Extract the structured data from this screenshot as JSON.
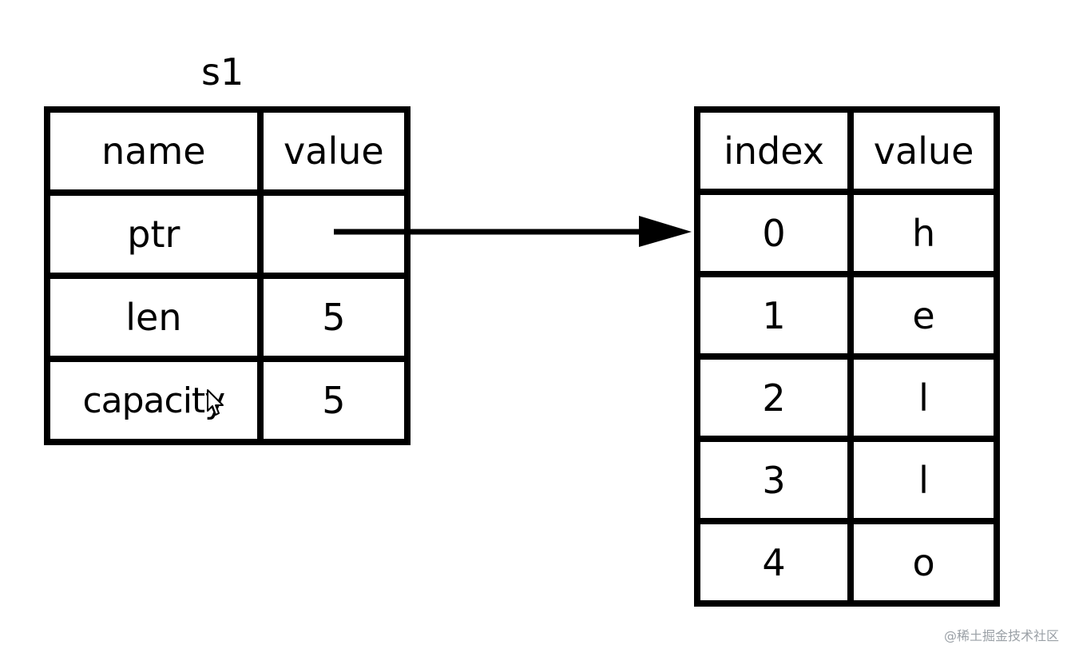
{
  "variable": {
    "name": "s1"
  },
  "stack_table": {
    "headers": [
      "name",
      "value"
    ],
    "rows": [
      {
        "name": "ptr",
        "value": ""
      },
      {
        "name": "len",
        "value": "5"
      },
      {
        "name": "capacity",
        "value": "5"
      }
    ]
  },
  "heap_table": {
    "headers": [
      "index",
      "value"
    ],
    "rows": [
      {
        "index": "0",
        "value": "h"
      },
      {
        "index": "1",
        "value": "e"
      },
      {
        "index": "2",
        "value": "l"
      },
      {
        "index": "3",
        "value": "l"
      },
      {
        "index": "4",
        "value": "o"
      }
    ]
  },
  "watermark": "@稀土掘金技术社区",
  "colors": {
    "line": "#000000",
    "background": "#ffffff",
    "watermark": "#9aa0a6"
  }
}
